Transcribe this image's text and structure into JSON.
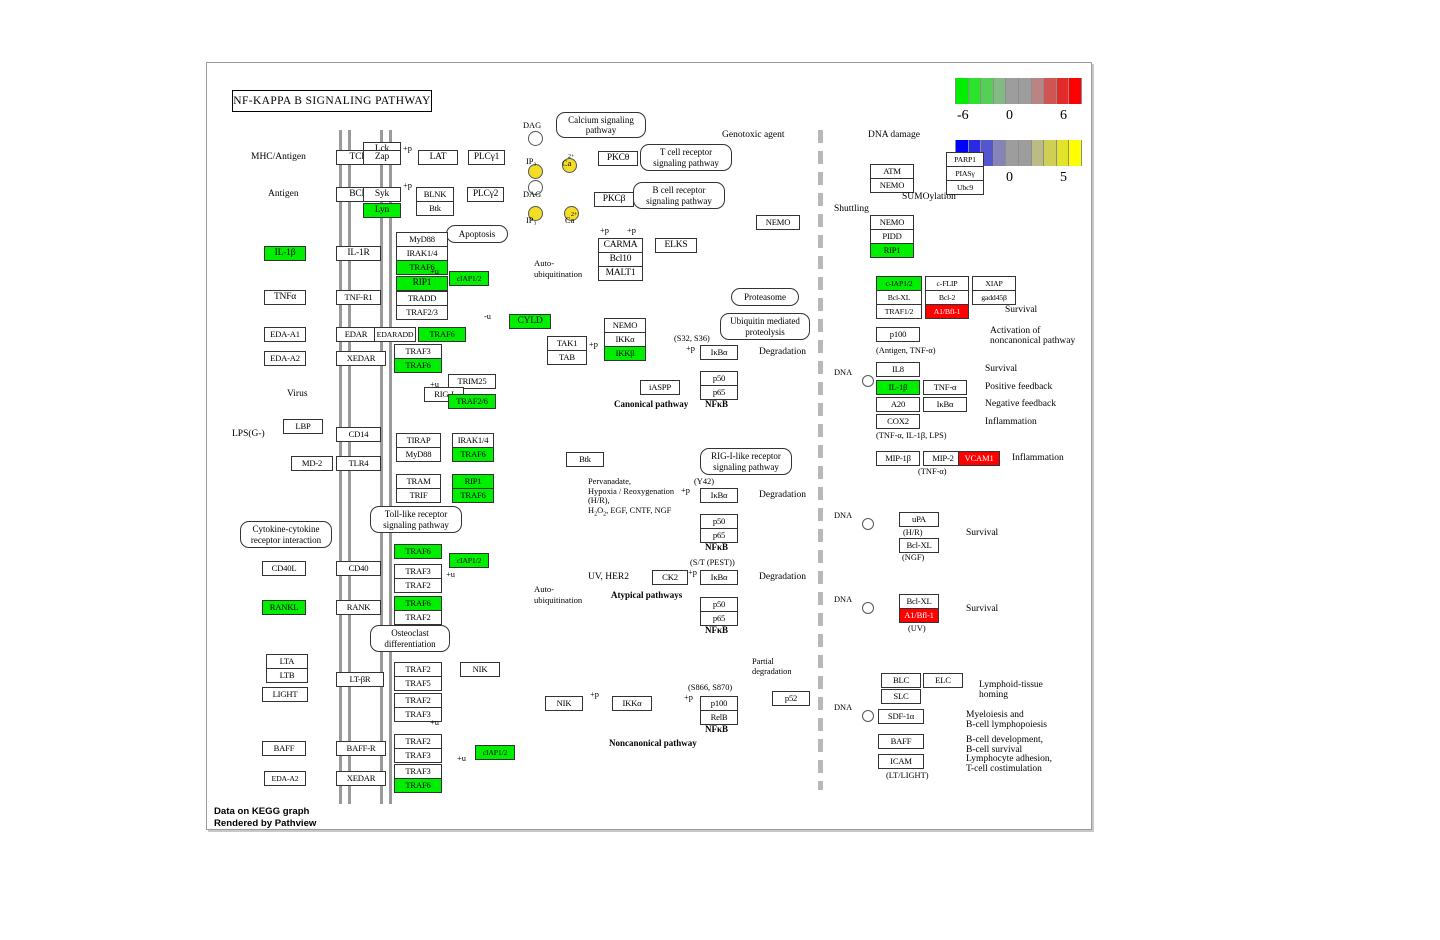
{
  "title": "NF-KAPPA B  SIGNALING PATHWAY",
  "footer": {
    "line1": "Data on KEGG graph",
    "line2": "Rendered by Pathview"
  },
  "legend": {
    "bar1": {
      "min": "-6",
      "mid": "0",
      "max": "6",
      "colors": [
        "#00ee00",
        "#2ae32a",
        "#55cf55",
        "#84bb84",
        "#9d9d9d",
        "#9d9d9d",
        "#bb8484",
        "#cf5555",
        "#e32a2a",
        "#ff0000"
      ]
    },
    "bar2": {
      "min": "",
      "mid": "0",
      "max": "5",
      "colors": [
        "#0000ff",
        "#2a2ae3",
        "#5555cf",
        "#8484bb",
        "#9d9d9d",
        "#9d9d9d",
        "#bbbb84",
        "#cfcf55",
        "#e3e32a",
        "#ffff00"
      ]
    }
  },
  "pathway_links": [
    {
      "id": "calcium",
      "text": "Calcium signaling\npathway"
    },
    {
      "id": "tcr",
      "text": "T cell receptor\nsignaling pathway"
    },
    {
      "id": "bcr",
      "text": "B cell receptor\nsignaling pathway"
    },
    {
      "id": "apoptosis",
      "text": "Apoptosis"
    },
    {
      "id": "proteasome",
      "text": "Proteasome"
    },
    {
      "id": "ubiq",
      "text": "Ubiquitin mediated\nproteolysis"
    },
    {
      "id": "rigi",
      "text": "RIG-I-like receptor\nsignaling pathway"
    },
    {
      "id": "tlr",
      "text": "Toll-like receptor\nsignaling pathway"
    },
    {
      "id": "cytokine",
      "text": "Cytokine-cytokine\nreceptor interaction"
    },
    {
      "id": "osteoclast",
      "text": "Osteoclast\ndifferentiation"
    }
  ],
  "nodes": {
    "tcr": "TCR",
    "lck": "Lck",
    "zap": "Zap",
    "lat": "LAT",
    "plcg1": "PLCγ1",
    "bcr": "BCR",
    "syk": "Syk",
    "lyn": "Lyn",
    "blnk": "BLNK",
    "btk_r": "Btk",
    "plcg2": "PLCγ2",
    "pkctheta": "PKCθ",
    "pkcbeta": "PKCβ",
    "carma": "CARMA",
    "bcl10": "Bcl10",
    "malt1": "MALT1",
    "elks": "ELKS",
    "il1b_l": "IL-1β",
    "il1r": "IL-1R",
    "myd88": "MyD88",
    "irak14": "IRAK1/4",
    "traf6_a": "TRAF6",
    "ciap12_a": "cIAP1/2",
    "rip1_a": "RIP1",
    "tnfa": "TNFα",
    "tnfr1": "TNF-R1",
    "tradd": "TRADD",
    "traf23": "TRAF2/3",
    "edaa1": "EDA-A1",
    "edar": "EDAR",
    "edaradd": "EDARADD",
    "traf6_b": "TRAF6",
    "cyld": "CYLD",
    "edaa2": "EDA-A2",
    "xedar": "XEDAR",
    "traf3_b": "TRAF3",
    "traf6_c": "TRAF6",
    "virus": "Virus",
    "trim25": "TRIM25",
    "rigi": "RIG-I",
    "traf26": "TRAF2/6",
    "lbp": "LBP",
    "lps": "LPS(G-)",
    "cd14": "CD14",
    "md2": "MD-2",
    "tlr4": "TLR4",
    "tirap": "TIRAP",
    "myd88_b": "MyD88",
    "irak14_b": "IRAK1/4",
    "traf6_d": "TRAF6",
    "tram": "TRAM",
    "trif": "TRIF",
    "rip1_b": "RIP1",
    "traf6_e": "TRAF6",
    "cd40l": "CD40L",
    "cd40": "CD40",
    "traf6_f": "TRAF6",
    "traf3_f": "TRAF3",
    "traf2_f": "TRAF2",
    "ciap12_b": "cIAP1/2",
    "rankl": "RANKL",
    "rank": "RANK",
    "traf6_g": "TRAF6",
    "traf2_g": "TRAF2",
    "lta": "LTA",
    "ltb": "LTB",
    "light": "LIGHT",
    "ltbr": "LT-βR",
    "traf2_h": "TRAF2",
    "traf5_h": "TRAF5",
    "nik_top": "NIK",
    "traf2_i": "TRAF2",
    "traf3_i": "TRAF3",
    "baff": "BAFF",
    "baffr": "BAFF-R",
    "traf2_j": "TRAF2",
    "traf3_j": "TRAF3",
    "ciap12_c": "cIAP1/2",
    "edaa2_b": "EDA-A2",
    "xedar_b": "XEDAR",
    "traf3_k": "TRAF3",
    "traf6_k": "TRAF6",
    "tak1": "TAK1",
    "tab": "TAB",
    "nemo_c": "NEMO",
    "ikka_c": "IKKα",
    "ikkb_c": "IKKβ",
    "ikba_c": "IκBα",
    "p50_c": "p50",
    "p65_c": "p65",
    "iaspp": "iASPP",
    "btk_m": "Btk",
    "ikba_at1": "IκBα",
    "p50_at1": "p50",
    "p65_at1": "p65",
    "ck2": "CK2",
    "ikba_at2": "IκBα",
    "p50_at2": "p50",
    "p65_at2": "p65",
    "nik": "NIK",
    "ikka_n": "IKKα",
    "p100_n": "p100",
    "relb": "RelB",
    "p52": "p52",
    "atm": "ATM",
    "nemo_dna": "NEMO",
    "parp1": "PARP1",
    "pias": "PIASγ",
    "ubc9": "Ubc9",
    "nemo_s": "NEMO",
    "pidd": "PIDD",
    "rip1_s": "RIP1",
    "nemo_cyto": "NEMO",
    "ciap12_out": "c-IAP1/2",
    "cflip": "c-FLIP",
    "xiap": "XIAP",
    "bclxl_out": "Bcl-XL",
    "bcl2": "Bcl-2",
    "gadd45b": "gadd45β",
    "traf12": "TRAF1/2",
    "a1bfl1": "A1/Bfl-1",
    "p100_out": "p100",
    "il8": "IL8",
    "il1b_out": "IL-1β",
    "tnfa_out": "TNF-α",
    "a20": "A20",
    "ikba_out": "IκBα",
    "cox2": "COX2",
    "mip1b": "MIP-1β",
    "mip2": "MIP-2",
    "vcam1": "VCAM1",
    "upa": "uPA",
    "bclxl_hr": "Bcl-XL",
    "bclxl_uv": "Bcl-XL",
    "a1bfl1_uv": "A1/Bfl-1",
    "blc": "BLC",
    "elc": "ELC",
    "slc": "SLC",
    "sdf1a": "SDF-1α",
    "baff_out": "BAFF",
    "icam": "ICAM"
  },
  "annotations": {
    "mhc_antigen": "MHC/Antigen",
    "antigen": "Antigen",
    "dag1": "DAG",
    "ip3_1": "IP₃",
    "ca1": "Ca",
    "dag2": "DAG",
    "ip3_2": "IP₃",
    "ca2": "Ca",
    "sup2p": "2+",
    "p_lat": "+p",
    "p_blnk": "+p",
    "p_carma1": "+p",
    "p_carma2": "+p",
    "u_ciap_a": "+u",
    "u_cyld": "-u",
    "u_trim25": "+u",
    "u_ciap_b": "+u",
    "u_traf3i": "+u",
    "u_ciap_c": "+u",
    "auto_ubiq1": "Auto-\nubiquitination",
    "auto_ubiq2": "Auto-\nubiquitination",
    "genotoxic": "Genotoxic agent",
    "dna_damage": "DNA damage",
    "sumoylation": "SUMOylation",
    "shuttling": "Shuttling",
    "p_tak1": "+p",
    "s32s36": "(S32, S36)",
    "p_ikba": "+p",
    "degradation1": "Degradation",
    "degradation2": "Degradation",
    "degradation3": "Degradation",
    "canonical": "Canonical pathway",
    "nfkb_c": "NFκB",
    "atypical": "Atypical pathways",
    "nfkb_at1": "NFκB",
    "nfkb_at2": "NFκB",
    "noncanonical": "Noncanonical pathway",
    "nfkb_n": "NFκB",
    "stimuli": "Pervanadate,\nHypoxia / Reoxygenation\n(H/R),\nH₂O₂, EGF, CNTF, NGF",
    "y42": "(Y42)",
    "p_y42": "+p",
    "uv_her2": "UV, HER2",
    "st_pest": "(S/T (PEST))",
    "p_pest": "+p",
    "s866_s870": "(S866, S870)",
    "p_nik": "+p",
    "p_p100": "+p",
    "partial_deg": "Partial\ndegradation",
    "dna1": "DNA",
    "dna2": "DNA",
    "dna3": "DNA",
    "dna4": "DNA",
    "survival1": "Survival",
    "activation_nc": "Activation of\nnoncanonical pathway",
    "antigen_tnfa": "(Antigen, TNF-α)",
    "survival2": "Survival",
    "pos_feedback": "Positive feedback",
    "neg_feedback": "Negative feedback",
    "inflammation1": "Inflammation",
    "tnfa_il1b_lps": "(TNF-α, IL-1β, LPS)",
    "inflammation2": "Inflammation",
    "tnfa_paren": "(TNF-α)",
    "hr": "(H/R)",
    "ngf": "(NGF)",
    "survival3": "Survival",
    "uv": "(UV)",
    "survival4": "Survival",
    "lymphoid_homing": "Lymphoid-tissue\nhoming",
    "myelo": "Myeloiesis and\nB-cell lymphopoiesis",
    "bcell_dev": "B-cell development,\nB-cell survival",
    "lympho_adh": "Lymphocyte adhesion,\nT-cell costimulation",
    "lt_light": "(LT/LIGHT)"
  }
}
